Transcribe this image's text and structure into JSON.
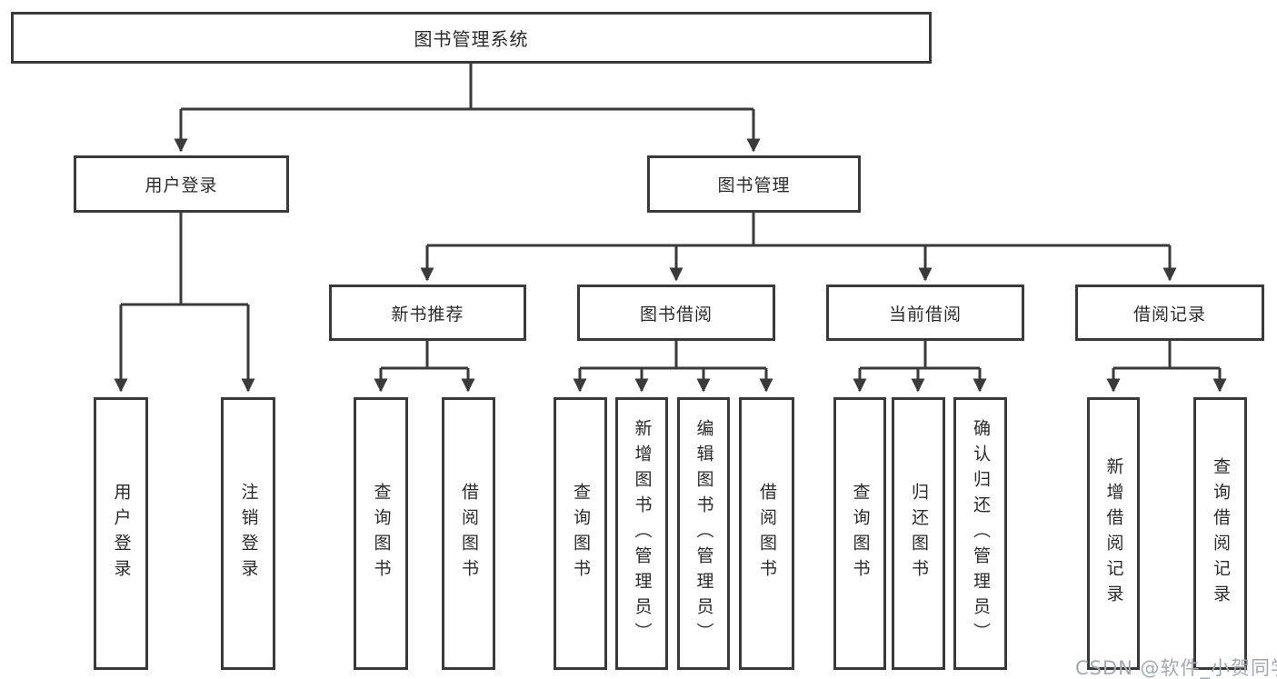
{
  "diagram_title": "图书管理系统",
  "tree": {
    "label": "图书管理系统",
    "children": [
      {
        "label": "用户登录",
        "children": [
          {
            "label": "用户登录"
          },
          {
            "label": "注销登录"
          }
        ]
      },
      {
        "label": "图书管理",
        "children": [
          {
            "label": "新书推荐",
            "children": [
              {
                "label": "查询图书"
              },
              {
                "label": "借阅图书"
              }
            ]
          },
          {
            "label": "图书借阅",
            "children": [
              {
                "label": "查询图书"
              },
              {
                "label": "新增图书（管理员）"
              },
              {
                "label": "编辑图书（管理员）"
              },
              {
                "label": "借阅图书"
              }
            ]
          },
          {
            "label": "当前借阅",
            "children": [
              {
                "label": "查询图书"
              },
              {
                "label": "归还图书"
              },
              {
                "label": "确认归还（管理员）"
              }
            ]
          },
          {
            "label": "借阅记录",
            "children": [
              {
                "label": "新增借阅记录"
              },
              {
                "label": "查询借阅记录"
              }
            ]
          }
        ]
      }
    ]
  },
  "watermark": "CSDN @软件_小贺同学",
  "colors": {
    "line": "#3a3a3a",
    "text": "#2b2b2b",
    "watermark": "#a3a9b0",
    "background": "#ffffff"
  }
}
